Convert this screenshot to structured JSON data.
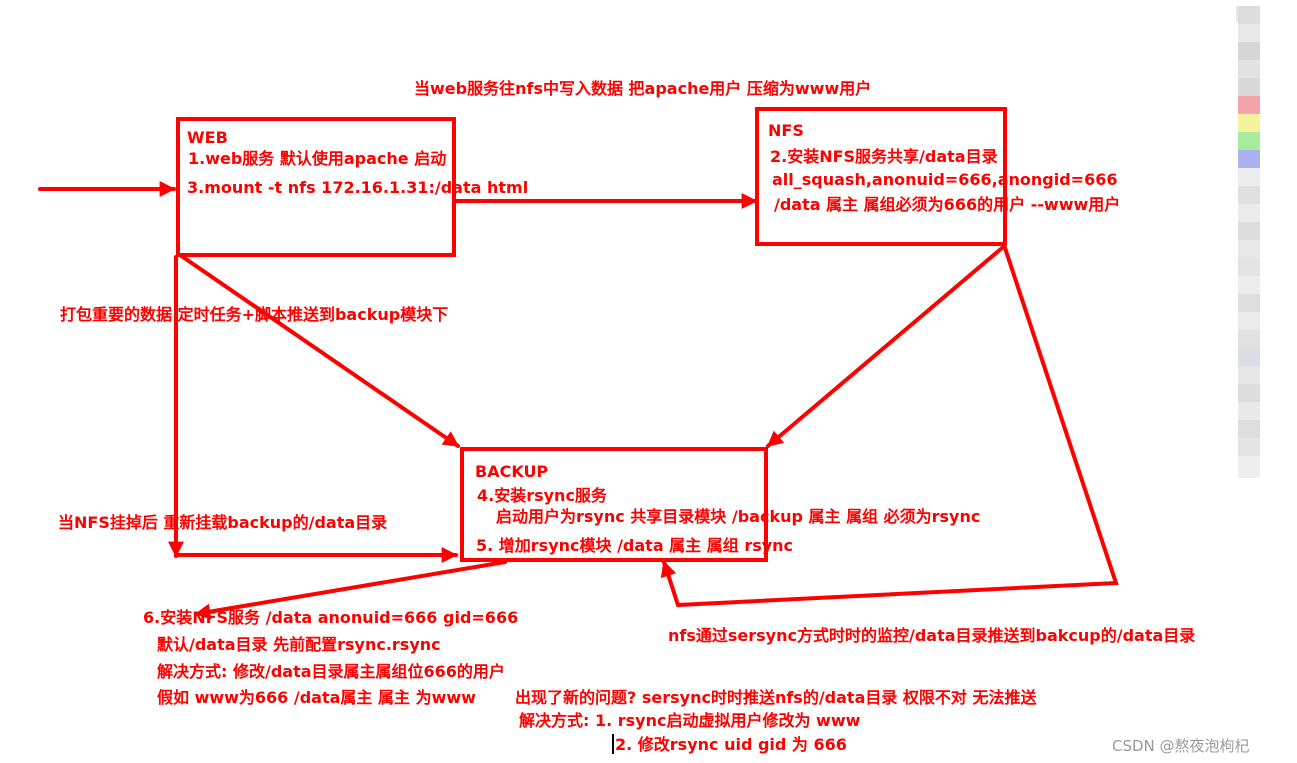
{
  "top_note": "当web服务往nfs中写入数据 把apache用户 压缩为www用户",
  "web_box": {
    "title": "WEB",
    "line1": "1.web服务 默认使用apache 启动",
    "line2": "3.mount -t nfs 172.16.1.31:/data html"
  },
  "nfs_box": {
    "title": "NFS",
    "line1": "2.安装NFS服务共享/data目录",
    "line2": "all_squash,anonuid=666,anongid=666",
    "line3": "/data 属主 属组必须为666的用户 --www用户"
  },
  "left_note1": "打包重要的数据 定时任务+脚本推送到backup模块下",
  "left_note2": "当NFS挂掉后 重新挂载backup的/data目录",
  "backup_box": {
    "title": "BACKUP",
    "line1": "4.安装rsync服务",
    "line2": "启动用户为rsync 共享目录模块 /backup 属主 属组 必须为rsync",
    "line3": "5. 增加rsync模块 /data   属主 属组 rsync"
  },
  "bottom_left": {
    "line1": "6.安装NFS服务 /data anonuid=666 gid=666",
    "line2": "默认/data目录 先前配置rsync.rsync",
    "line3": "解决方式: 修改/data目录属主属组位666的用户",
    "line4": "假如 www为666  /data属主 属主 为www"
  },
  "right_note": "nfs通过sersync方式时时的监控/data目录推送到bakcup的/data目录",
  "problem": {
    "line1": "出现了新的问题? sersync时时推送nfs的/data目录 权限不对 无法推送",
    "line2": "解决方式: 1. rsync启动虚拟用户修改为 www",
    "line3": "2. 修改rsync uid gid 为 666"
  },
  "watermark": "CSDN @熬夜泡枸杞",
  "colors": {
    "ink": "#ff0000",
    "background": "#ffffff"
  }
}
